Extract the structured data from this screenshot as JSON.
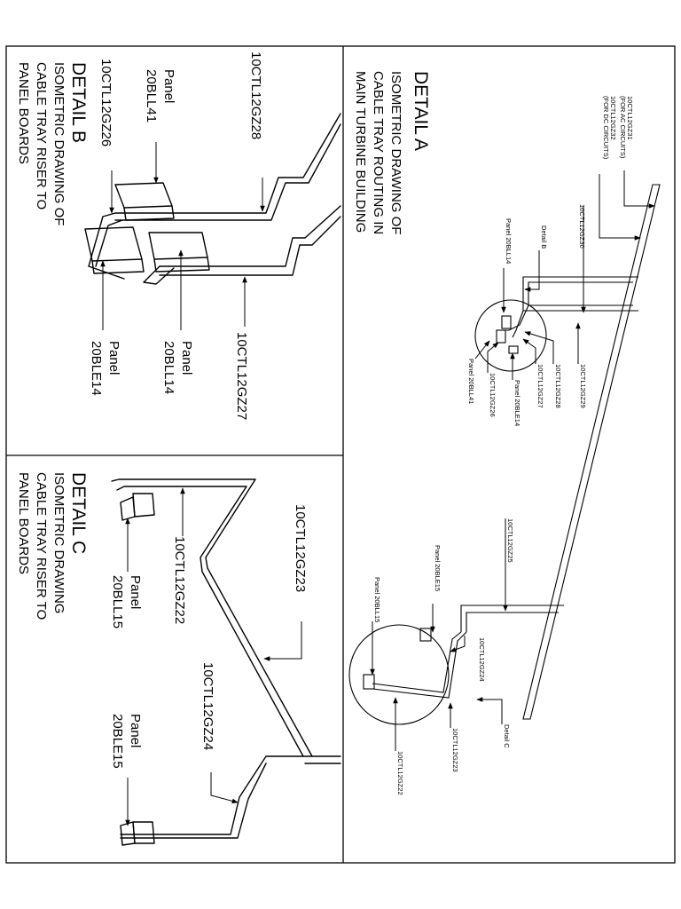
{
  "detail_a": {
    "title": "DETAIL A",
    "subtitle": [
      "ISOMETRIC DRAWING OF",
      "CABLE TRAY ROUTING IN",
      "MAIN TURBINE BUILDING"
    ],
    "labels": {
      "gz31": "10CTL12GZ31",
      "gz31_note": "(FOR AC CIRCUITS)",
      "gz32": "10CTL12GZ32",
      "gz32_note": "(FOR DC CIRCUITS)",
      "gz30": "10CTL12GZ30",
      "detail_b": "Detail B",
      "panel_bll14": "Panel 20BLL14",
      "gz29": "10CTL12GZ29",
      "gz28": "10CTL12GZ28",
      "gz27": "10CTL12GZ27",
      "panel_ble14": "Panel 20BLE14",
      "gz26": "10CTL12GZ26",
      "panel_bll41": "Panel 20BLL41",
      "gz25": "10CTL12GZ25",
      "panel_ble15": "Panel 20BLE15",
      "panel_bll15": "Panel 20BLL15",
      "gz24": "10CTL12GZ24",
      "gz23": "10CTL12GZ23",
      "gz22": "10CTL12GZ22",
      "detail_c": "Detail C"
    }
  },
  "detail_b": {
    "title": "DETAIL B",
    "subtitle": [
      "ISOMETRIC DRAWING OF",
      "CABLE TRAY RISER TO",
      "PANEL BOARDS"
    ],
    "labels": {
      "gz28": "10CTL12GZ28",
      "panel_bll41_1": "Panel",
      "panel_bll41_2": "20BLL41",
      "gz26": "10CTL12GZ26",
      "gz27": "10CTL12GZ27",
      "panel_bll14_1": "Panel",
      "panel_bll14_2": "20BLL14",
      "panel_ble14_1": "Panel",
      "panel_ble14_2": "20BLE14"
    }
  },
  "detail_c": {
    "title": "DETAIL C",
    "subtitle": [
      "ISOMETRIC DRAWING",
      "CABLE TRAY RISER TO",
      "PANEL BOARDS"
    ],
    "labels": {
      "gz23": "10CTL12GZ23",
      "gz22": "10CTL12GZ22",
      "panel_bll15_1": "Panel",
      "panel_bll15_2": "20BLL15",
      "gz24": "10CTL12GZ24",
      "panel_ble15_1": "Panel",
      "panel_ble15_2": "20BLE15"
    }
  }
}
